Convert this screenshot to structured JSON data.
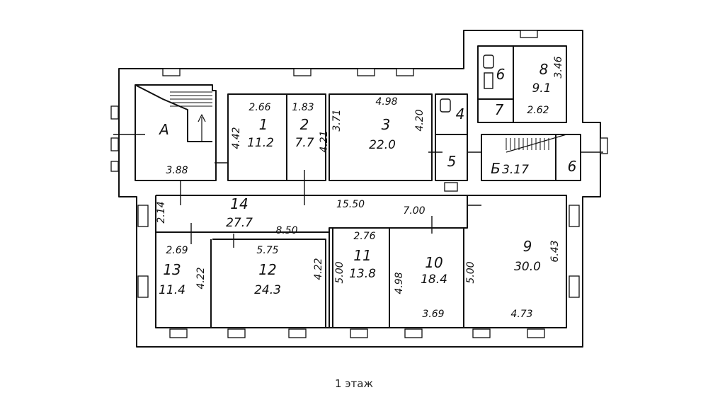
{
  "caption": "1 этаж",
  "rooms": [
    {
      "id": "A",
      "number": "А",
      "area": ""
    },
    {
      "id": "1",
      "number": "1",
      "area": "11.2"
    },
    {
      "id": "2",
      "number": "2",
      "area": "7.7"
    },
    {
      "id": "3",
      "number": "3",
      "area": "22.0"
    },
    {
      "id": "4",
      "number": "4",
      "area": ""
    },
    {
      "id": "5",
      "number": "5",
      "area": ""
    },
    {
      "id": "6a",
      "number": "6",
      "area": ""
    },
    {
      "id": "7",
      "number": "7",
      "area": ""
    },
    {
      "id": "8",
      "number": "8",
      "area": "9.1"
    },
    {
      "id": "B",
      "number": "Б",
      "area": "3.17"
    },
    {
      "id": "6b",
      "number": "6",
      "area": ""
    },
    {
      "id": "14",
      "number": "14",
      "area": "27.7"
    },
    {
      "id": "13",
      "number": "13",
      "area": "11.4"
    },
    {
      "id": "12",
      "number": "12",
      "area": "24.3"
    },
    {
      "id": "11",
      "number": "11",
      "area": "13.8"
    },
    {
      "id": "10",
      "number": "10",
      "area": "18.4"
    },
    {
      "id": "9",
      "number": "9",
      "area": "30.0"
    }
  ],
  "dimensions": [
    "2.66",
    "4.42",
    "1.83",
    "4.21",
    "3.71",
    "4.98",
    "4.20",
    "3.88",
    "3.46",
    "2.62",
    "2.14",
    "15.50",
    "7.00",
    "8.50",
    "2.69",
    "4.22",
    "5.75",
    "4.22",
    "2.76",
    "5.00",
    "4.98",
    "3.69",
    "5.00",
    "6.43",
    "4.73"
  ]
}
